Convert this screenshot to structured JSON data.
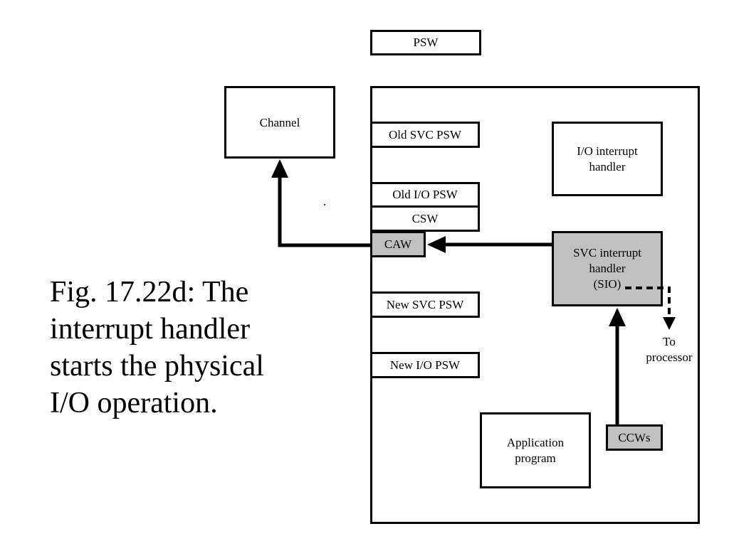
{
  "diagram": {
    "psw": "PSW",
    "channel": "Channel",
    "memory_slots": {
      "old_svc_psw": "Old SVC PSW",
      "old_io_psw": "Old I/O PSW",
      "csw": "CSW",
      "caw": "CAW",
      "new_svc_psw": "New SVC PSW",
      "new_io_psw": "New I/O PSW"
    },
    "io_interrupt_handler": "I/O interrupt\nhandler",
    "svc_interrupt_handler": "SVC interrupt\nhandler\n(SIO)",
    "application_program": "Application\nprogram",
    "ccws": "CCWs",
    "to_processor": "To\nprocessor"
  },
  "caption": "Fig. 17.22d: The interrupt handler starts the physical I/O operation."
}
